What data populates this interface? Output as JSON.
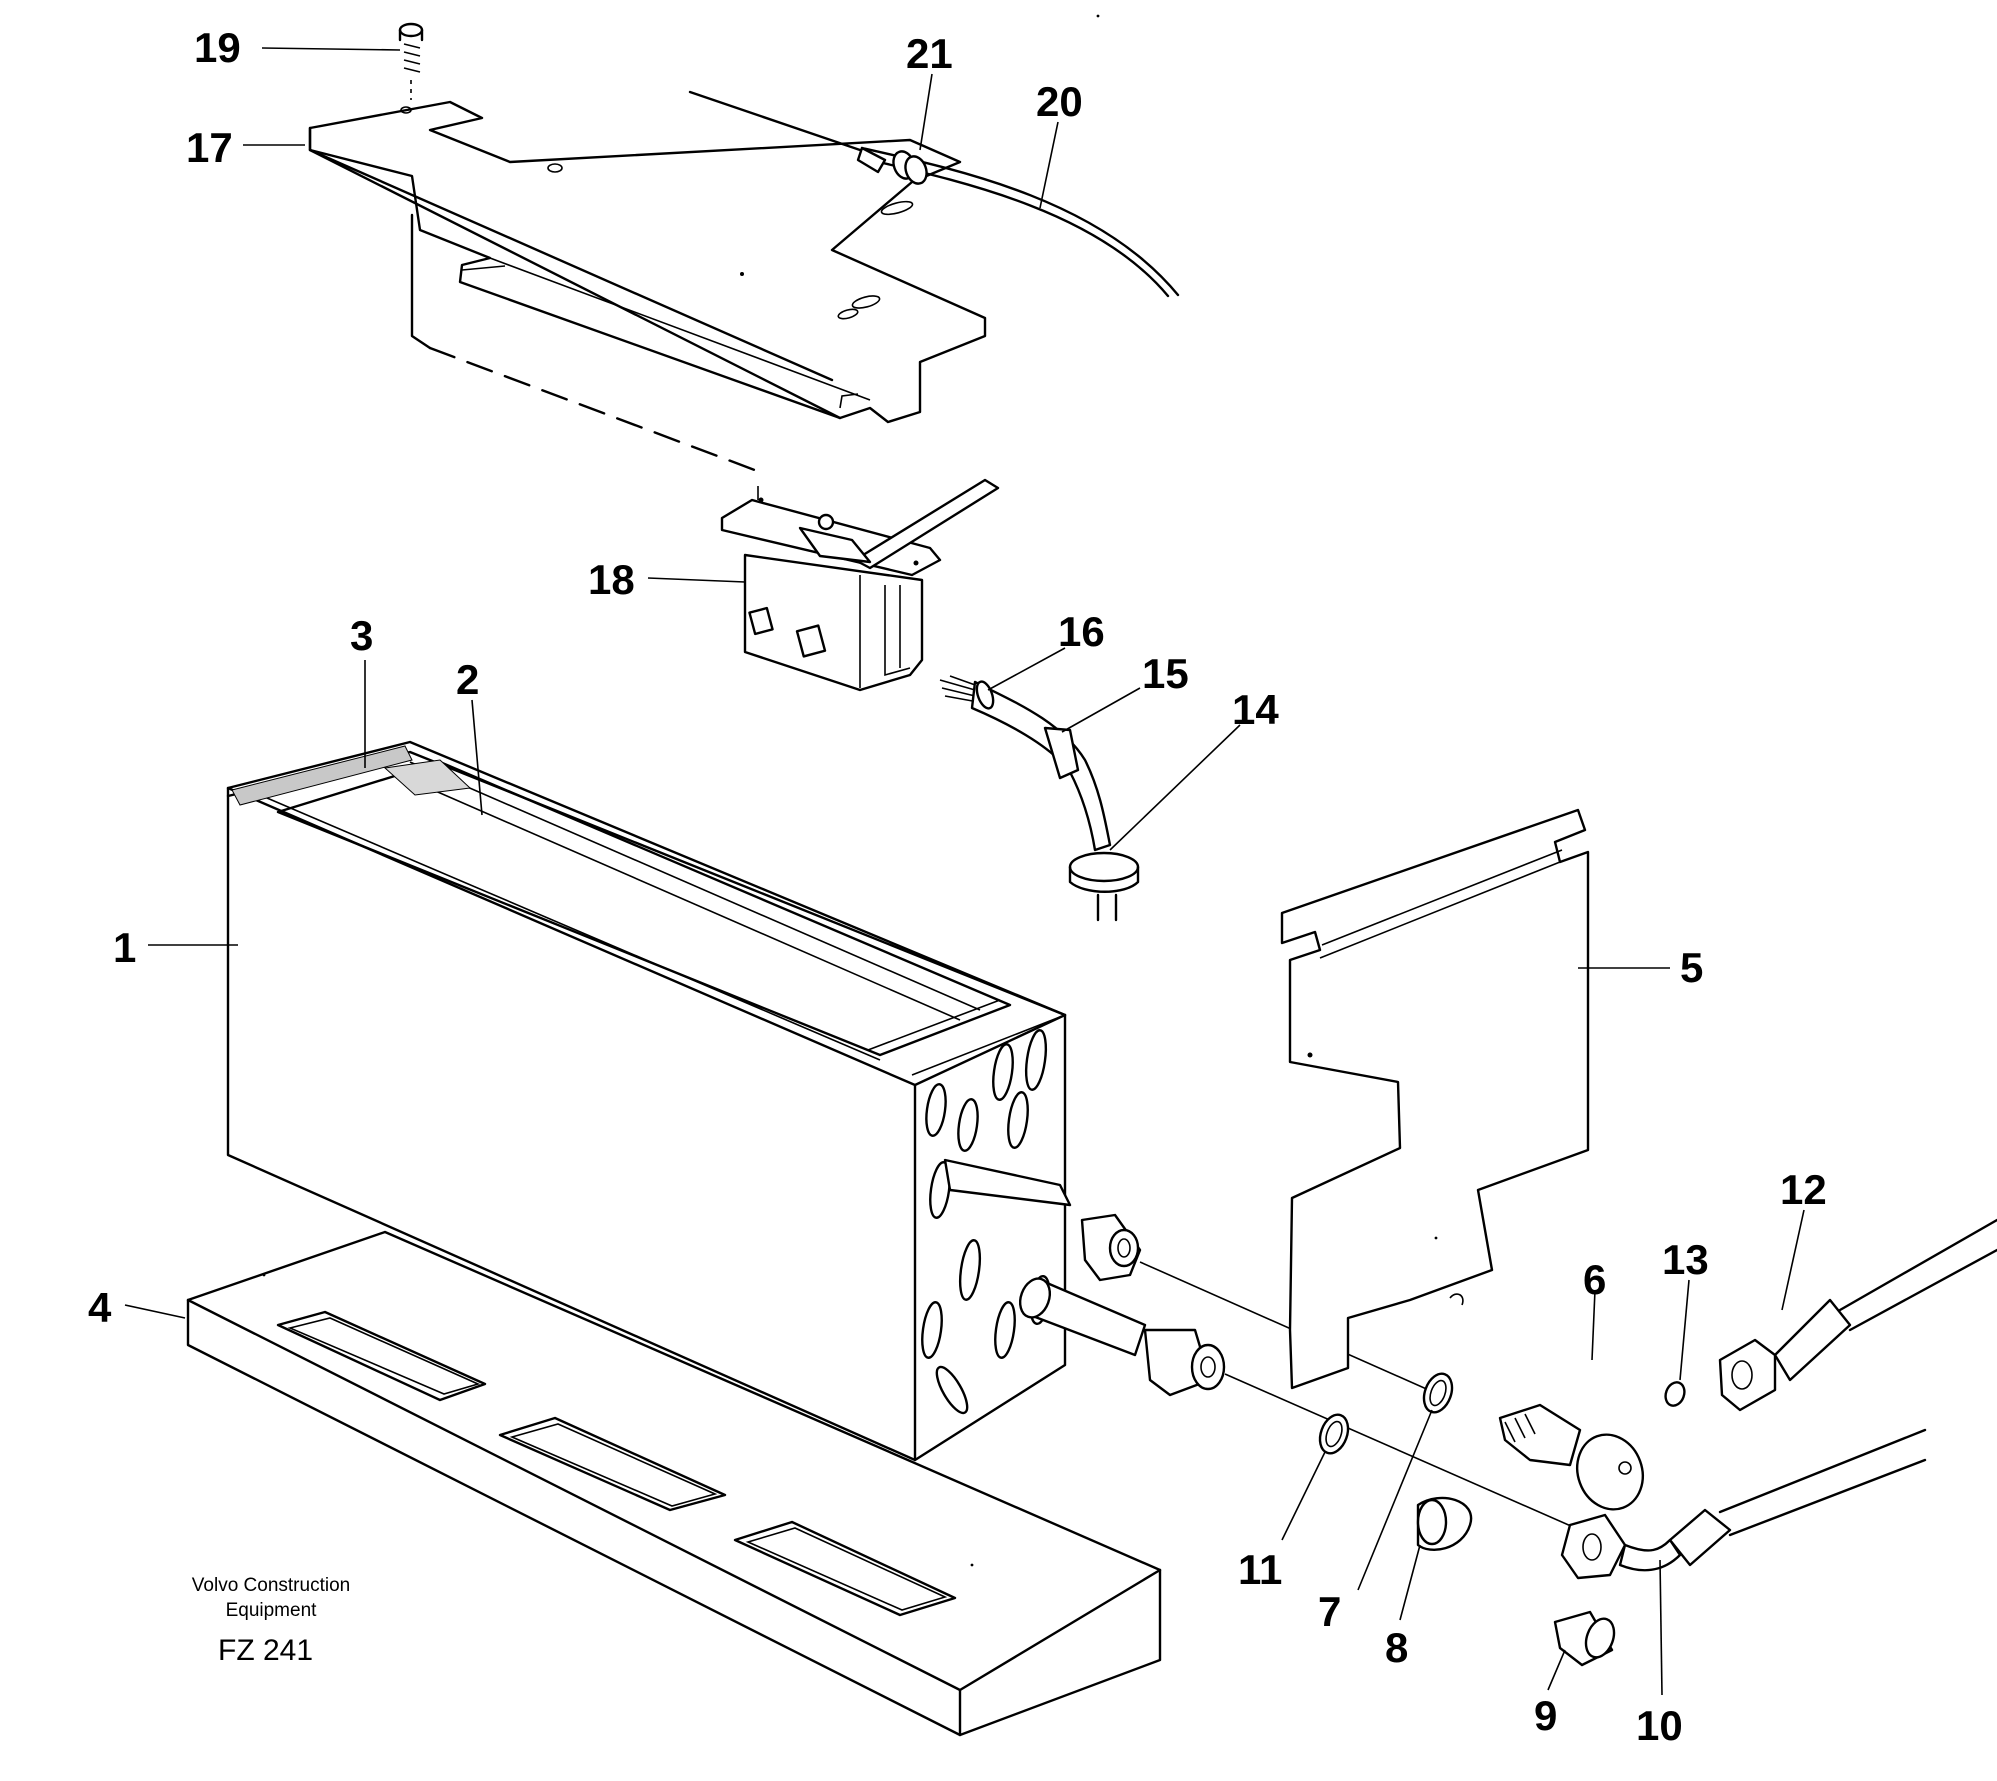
{
  "part_labels": [
    "1",
    "2",
    "3",
    "4",
    "5",
    "6",
    "7",
    "8",
    "9",
    "10",
    "11",
    "12",
    "13",
    "14",
    "15",
    "16",
    "17",
    "18",
    "19",
    "20",
    "21"
  ],
  "brand": {
    "line1": "Volvo Construction",
    "line2": "Equipment",
    "figure_code": "FZ 241"
  }
}
